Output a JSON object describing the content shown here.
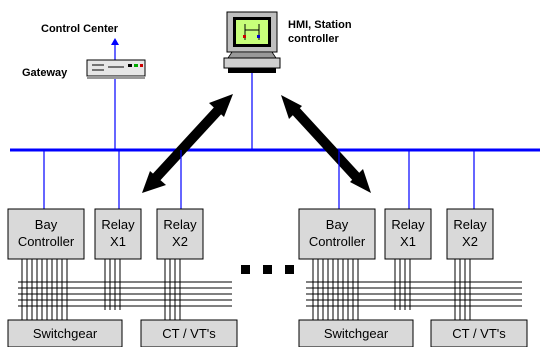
{
  "labels": {
    "control_center": "Control Center",
    "gateway": "Gateway",
    "hmi_line1": "HMI, Station",
    "hmi_line2": "controller"
  },
  "left_group": {
    "bay_line1": "Bay",
    "bay_line2": "Controller",
    "relay1_line1": "Relay",
    "relay1_line2": "X1",
    "relay2_line1": "Relay",
    "relay2_line2": "X2",
    "switchgear": "Switchgear",
    "ctvt": "CT / VT's"
  },
  "right_group": {
    "bay_line1": "Bay",
    "bay_line2": "Controller",
    "relay1_line1": "Relay",
    "relay1_line2": "X1",
    "relay2_line1": "Relay",
    "relay2_line2": "X2",
    "switchgear": "Switchgear",
    "ctvt": "CT / VT's"
  },
  "colors": {
    "bus": "#0000ff",
    "box_fill": "#d9d9d9",
    "arrow": "#000000"
  }
}
